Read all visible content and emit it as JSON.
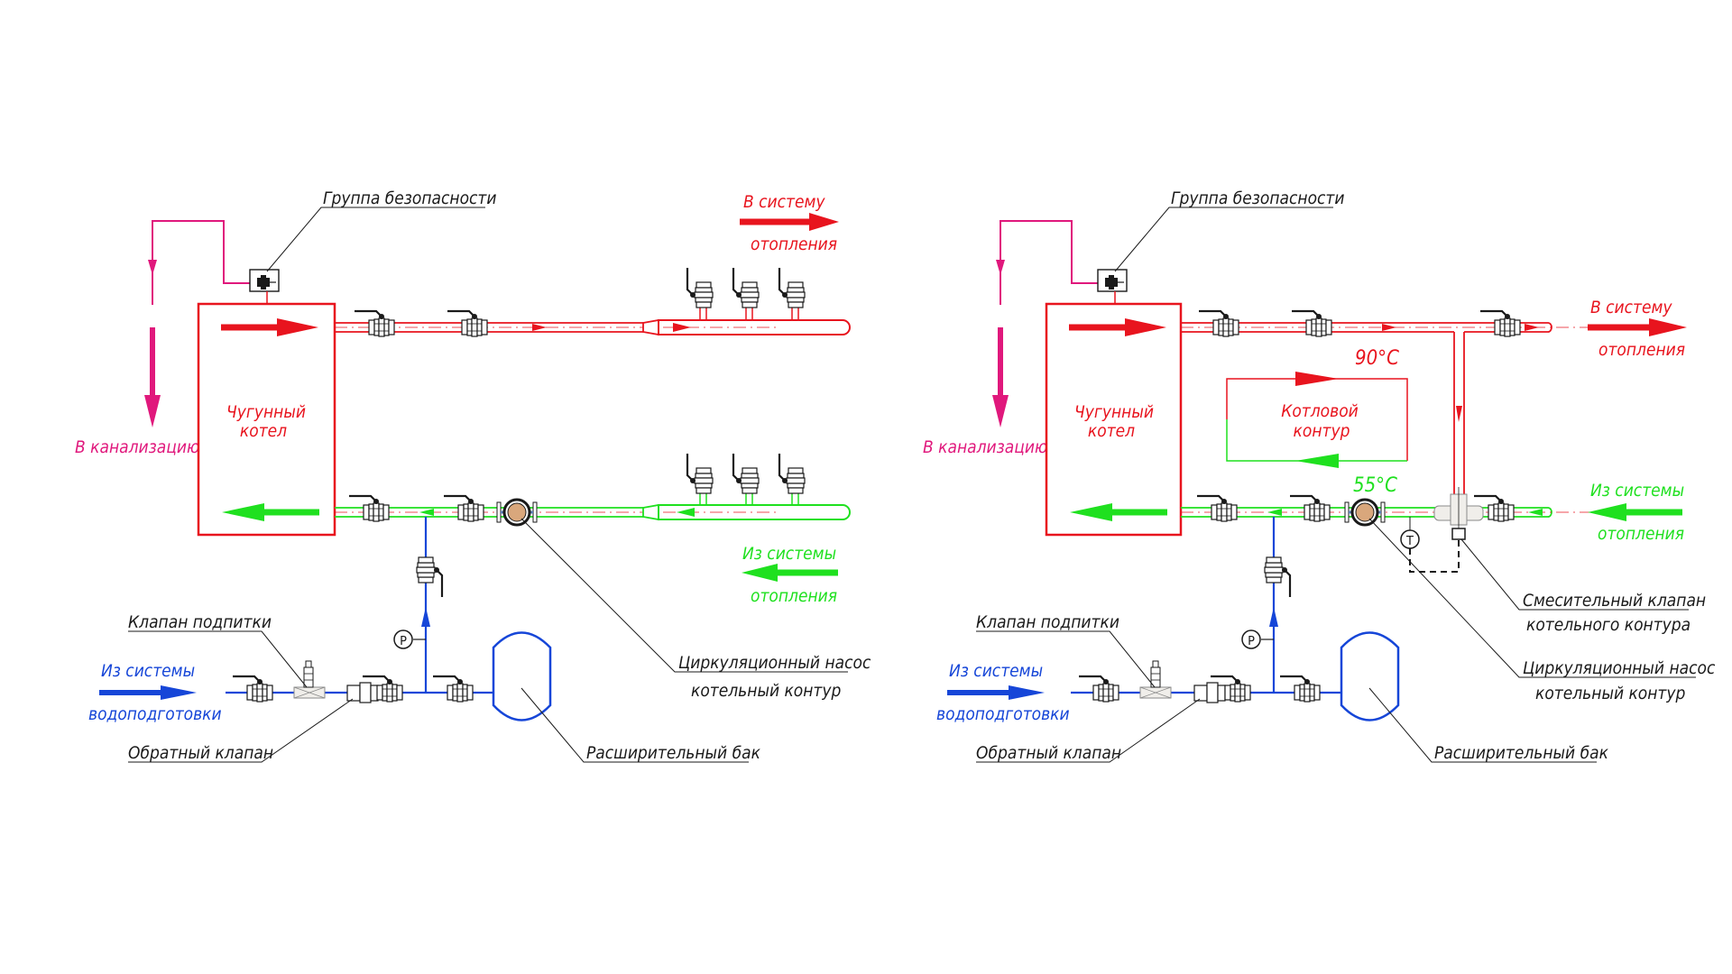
{
  "colors": {
    "supply": "#e8141e",
    "return": "#1fe01f",
    "makeup": "#1646d8",
    "drain": "#e0187c",
    "leader": "#1a1a1a",
    "pump_fill": "#d9a77c"
  },
  "diagrams": [
    {
      "id": "left",
      "title": "Boiler scheme without mixing loop",
      "labels": {
        "safety_group": "Группа безопасности",
        "to_drain": "В канализацию",
        "boiler_line1": "Чугунный",
        "boiler_line2": "котел",
        "to_heating_line1": "В систему",
        "to_heating_line2": "отопления",
        "from_heating_line1": "Из системы",
        "from_heating_line2": "отопления",
        "makeup_valve": "Клапан подпитки",
        "from_water_line1": "Из системы",
        "from_water_line2": "водоподготовки",
        "check_valve": "Обратный клапан",
        "pump_line1": "Циркуляционный насос",
        "pump_line2": "котельный контур",
        "expansion_tank": "Расширительный бак",
        "pressure_gauge": "P"
      }
    },
    {
      "id": "right",
      "title": "Boiler scheme with mixing valve loop",
      "labels": {
        "safety_group": "Группа безопасности",
        "to_drain": "В канализацию",
        "boiler_line1": "Чугунный",
        "boiler_line2": "котел",
        "to_heating_line1": "В систему",
        "to_heating_line2": "отопления",
        "from_heating_line1": "Из системы",
        "from_heating_line2": "отопления",
        "makeup_valve": "Клапан подпитки",
        "from_water_line1": "Из системы",
        "from_water_line2": "водоподготовки",
        "check_valve": "Обратный клапан",
        "pump_line1": "Циркуляционный насос",
        "pump_line2": "котельный контур",
        "expansion_tank": "Расширительный бак",
        "pressure_gauge": "P",
        "boiler_loop_line1": "Котловой",
        "boiler_loop_line2": "контур",
        "supply_temp": "90°С",
        "return_temp": "55°С",
        "mixing_valve_line1": "Смесительный клапан",
        "mixing_valve_line2": "котельного контура",
        "thermometer": "T"
      }
    }
  ]
}
